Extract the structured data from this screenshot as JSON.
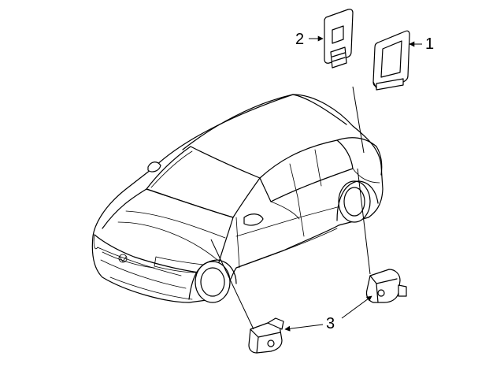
{
  "diagram": {
    "callouts": [
      {
        "id": "1",
        "label": "1",
        "part": "control-module"
      },
      {
        "id": "2",
        "label": "2",
        "part": "sensor-module"
      },
      {
        "id": "3",
        "label": "3",
        "part": "impact-sensors"
      }
    ]
  }
}
